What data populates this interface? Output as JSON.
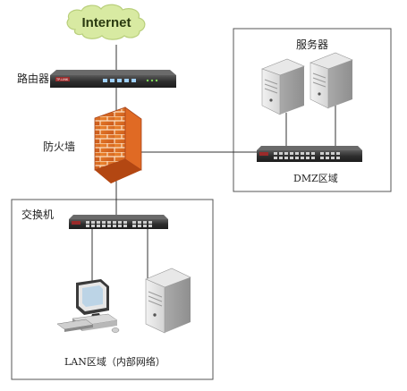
{
  "diagram": {
    "cloud_label": "Internet",
    "router_label": "路由器",
    "firewall_label": "防火墙",
    "servers_label": "服务器",
    "dmz_label": "DMZ区域",
    "switch_label": "交换机",
    "lan_label": "LAN区域（内部网络）",
    "device_brand": "TP-LINK",
    "colors": {
      "cloud_fill": "#d8eaa2",
      "firewall_brick": "#e57a22",
      "device_dark": "#3b3b3b",
      "zone_border": "#555555",
      "link_line": "#333333"
    },
    "icons": [
      "cloud-icon",
      "router-icon",
      "firewall-icon",
      "server-icon",
      "switch-icon",
      "pc-icon"
    ]
  }
}
